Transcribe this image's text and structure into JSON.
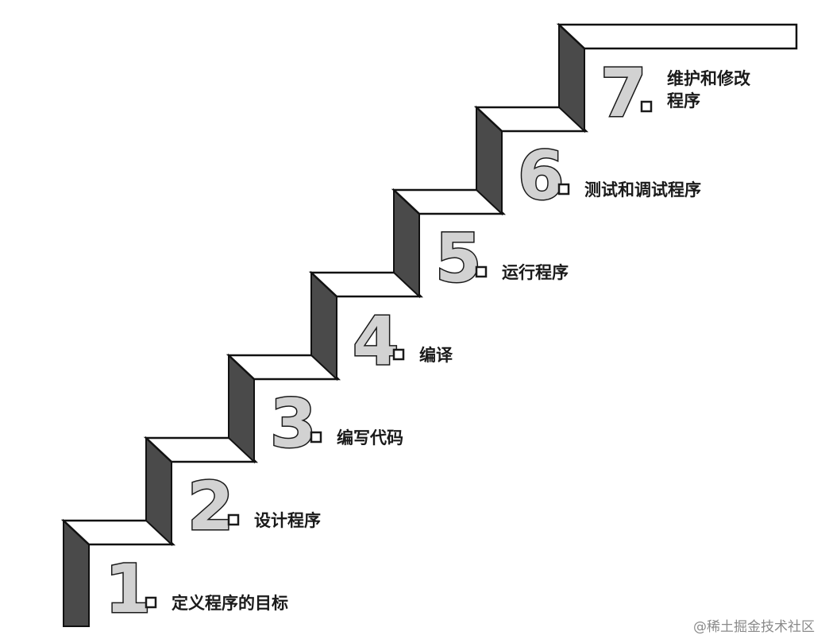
{
  "steps": [
    {
      "number": "1",
      "label_lines": [
        "定义程序的目标"
      ]
    },
    {
      "number": "2",
      "label_lines": [
        "设计程序"
      ]
    },
    {
      "number": "3",
      "label_lines": [
        "编写代码"
      ]
    },
    {
      "number": "4",
      "label_lines": [
        "编译"
      ]
    },
    {
      "number": "5",
      "label_lines": [
        "运行程序"
      ]
    },
    {
      "number": "6",
      "label_lines": [
        "测试和调试程序"
      ]
    },
    {
      "number": "7",
      "label_lines": [
        "维护和修改",
        "程序"
      ]
    }
  ],
  "watermark": "@稀土掘金技术社区",
  "colors": {
    "riser": "#4a4a4a",
    "tread": "#ffffff",
    "number_fill": "#d2d2d2",
    "outline": "#1a1a1a"
  }
}
